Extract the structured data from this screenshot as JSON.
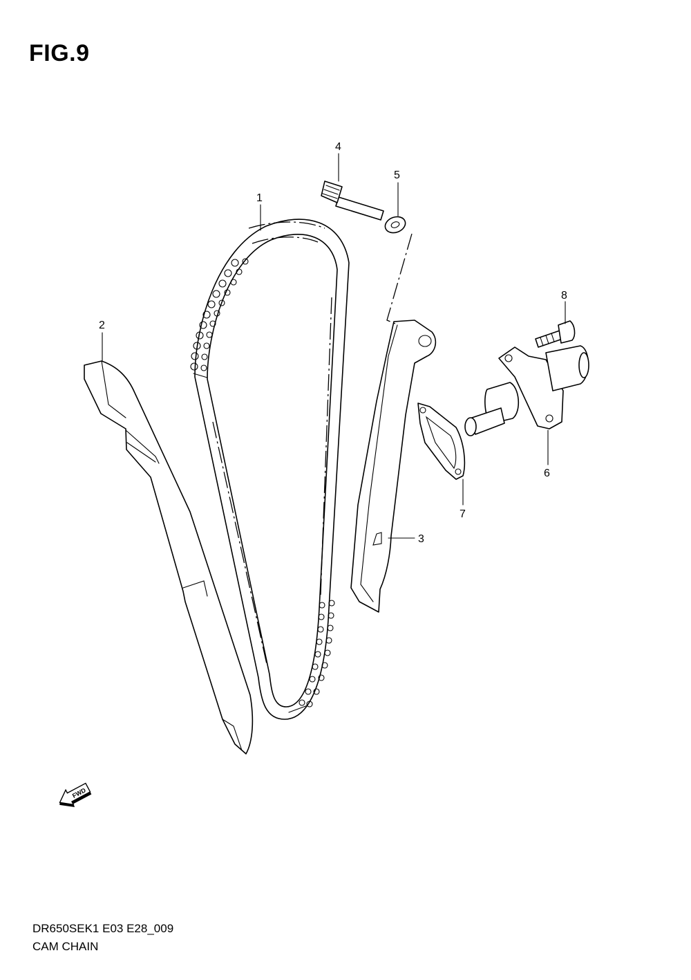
{
  "figure": {
    "title": "FIG.9"
  },
  "callouts": [
    {
      "id": "1",
      "label": "1"
    },
    {
      "id": "2",
      "label": "2"
    },
    {
      "id": "3",
      "label": "3"
    },
    {
      "id": "4",
      "label": "4"
    },
    {
      "id": "5",
      "label": "5"
    },
    {
      "id": "6",
      "label": "6"
    },
    {
      "id": "7",
      "label": "7"
    },
    {
      "id": "8",
      "label": "8"
    }
  ],
  "fwd_arrow": {
    "text": "FWD",
    "icon": "fwd-arrow-icon"
  },
  "footer": {
    "model_code": "DR650SEK1  E03  E28_009",
    "section_name": "CAM CHAIN"
  }
}
